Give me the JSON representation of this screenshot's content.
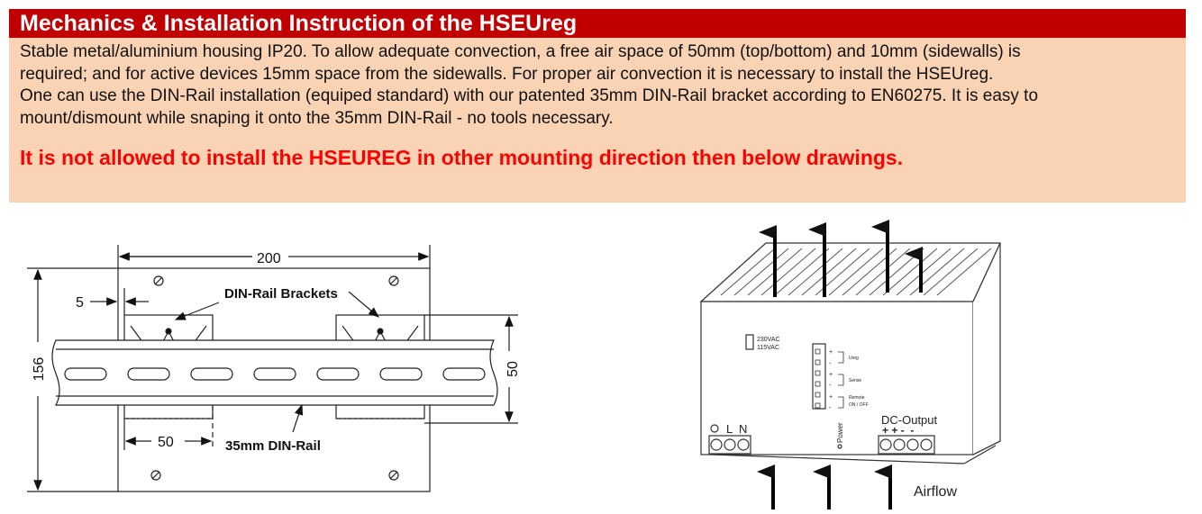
{
  "header": {
    "title": "Mechanics & Installation Instruction of the HSEUreg"
  },
  "intro": {
    "lines": [
      "Stable metal/aluminium housing IP20. To allow adequate convection, a free air space of 50mm (top/bottom) and 10mm (sidewalls) is",
      "required; and for active devices 15mm space from the sidewalls. For proper air convection it is necessary to install the HSEUreg.",
      "One can use the DIN-Rail installation (equiped standard) with our patented 35mm DIN-Rail bracket according to EN60275. It is easy to",
      "mount/dismount while snaping it onto the 35mm DIN-Rail - no tools necessary."
    ],
    "warning": "It is not allowed to install the HSEUREG in other mounting direction then below drawings."
  },
  "din_drawing": {
    "width_dim": "200",
    "height_dim": "156",
    "offset_dim": "5",
    "bracket_label": "DIN-Rail Brackets",
    "rail_height_dim": "50",
    "bracket_width_dim": "50",
    "rail_label": "35mm DIN-Rail"
  },
  "device_drawing": {
    "voltage_high": "230VAC",
    "voltage_low": "115VAC",
    "uadj_label": "Ureg",
    "sense_label": "Sense",
    "remote_label": "Remote",
    "remote_label2": "ON / OFF",
    "plus": "+",
    "minus": "-",
    "input_l": "L",
    "input_n": "N",
    "power_label": "Power",
    "dc_output_label": "DC-Output",
    "dc_polarity": "+ + -  -",
    "airflow_label": "Airflow"
  },
  "colors": {
    "header_bg": "#c00000",
    "body_bg": "#f9d3b4",
    "warning": "#ff0000"
  }
}
